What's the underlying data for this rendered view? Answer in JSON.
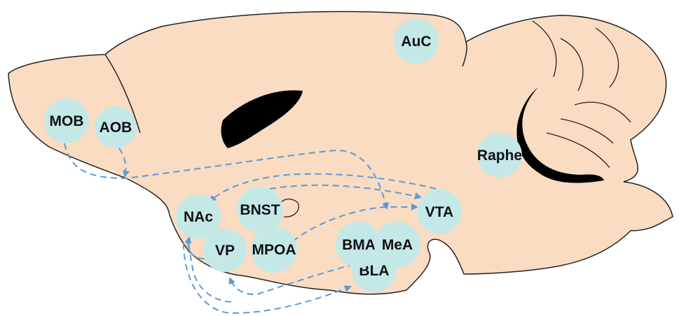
{
  "colors": {
    "brain_fill": "#f9dcc2",
    "outline": "#222222",
    "ventricle": "#000000",
    "node_fill": "#c4e8e6",
    "arrow": "#5b9bd5"
  },
  "regions": {
    "mob": "MOB",
    "aob": "AOB",
    "auc": "AuC",
    "raphe": "Raphe",
    "nac": "NAc",
    "bnst": "BNST",
    "vta": "VTA",
    "vp": "VP",
    "mpoa": "MPOA",
    "bma": "BMA",
    "mea": "MeA",
    "bla": "BLA"
  },
  "connections": [
    {
      "from": "MOB",
      "to": "MeA"
    },
    {
      "from": "AOB",
      "to": "MeA"
    },
    {
      "from": "VTA",
      "to": "NAc"
    },
    {
      "from": "BNST",
      "to": "VTA"
    },
    {
      "from": "MPOA",
      "to": "VTA"
    },
    {
      "from": "NAc",
      "to": "VP"
    },
    {
      "from": "BLA",
      "to": "VP"
    },
    {
      "from": "VP",
      "to": "NAc"
    },
    {
      "from": "NAc",
      "to": "BLA"
    }
  ]
}
